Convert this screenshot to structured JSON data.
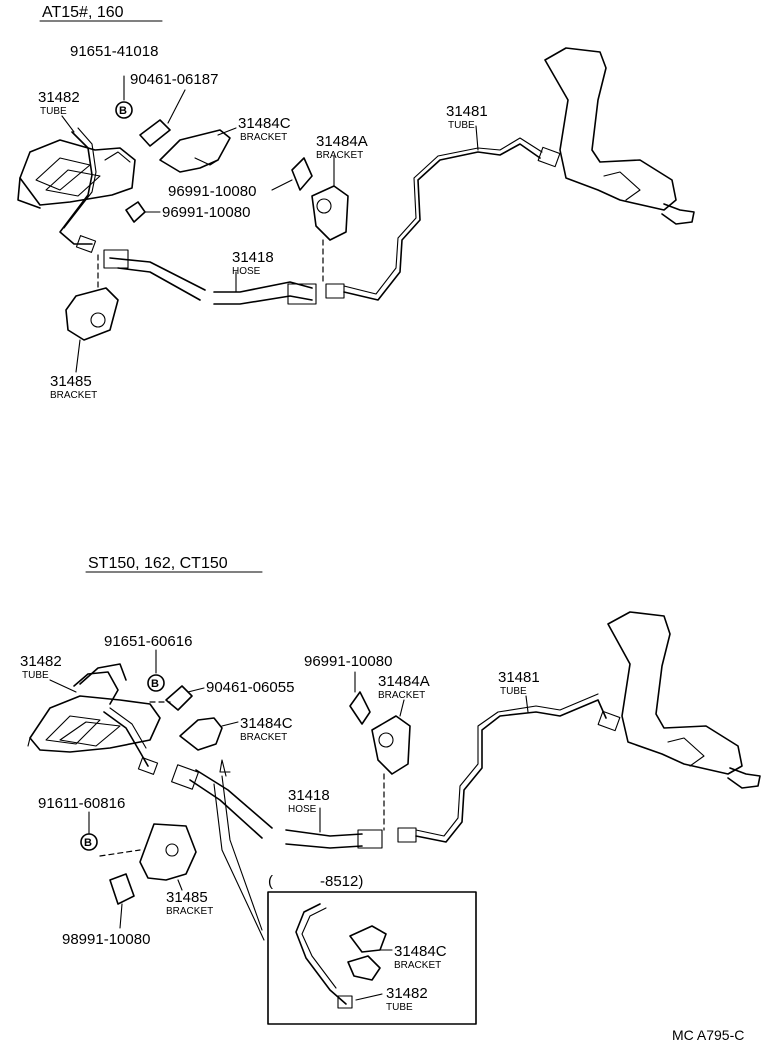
{
  "section_top": {
    "header": "AT15#, 160",
    "parts": {
      "p91651": "91651-41018",
      "p90461": "90461-06187",
      "p31482": "31482",
      "tube_a": "TUBE",
      "p31484c": "31484C",
      "bracket_c": "BRACKET",
      "p31484a": "31484A",
      "bracket_a": "BRACKET",
      "p31481": "31481",
      "tube_b": "TUBE",
      "p96991_1": "96991-10080",
      "p96991_2": "96991-10080",
      "p31418": "31418",
      "hose": "HOSE",
      "p31485": "31485",
      "bracket_b": "BRACKET",
      "bolt_symbol": "B"
    }
  },
  "section_bottom": {
    "header": "ST150, 162, CT150",
    "parts": {
      "p91651": "91651-60616",
      "p31482": "31482",
      "tube_a": "TUBE",
      "p90461": "90461-06055",
      "p96991": "96991-10080",
      "p31484a": "31484A",
      "bracket_a": "BRACKET",
      "p31481": "31481",
      "tube_b": "TUBE",
      "p31484c": "31484C",
      "bracket_c": "BRACKET",
      "p31418": "31418",
      "hose": "HOSE",
      "p91611": "91611-60816",
      "p31485": "31485",
      "bracket_b": "BRACKET",
      "p98991": "98991-10080",
      "bolt_symbol": "B"
    },
    "inset": {
      "range": "-8512)",
      "open_paren": "(",
      "p31484c": "31484C",
      "bracket": "BRACKET",
      "p31482": "31482",
      "tube": "TUBE"
    }
  },
  "reference": "MC A795-C"
}
